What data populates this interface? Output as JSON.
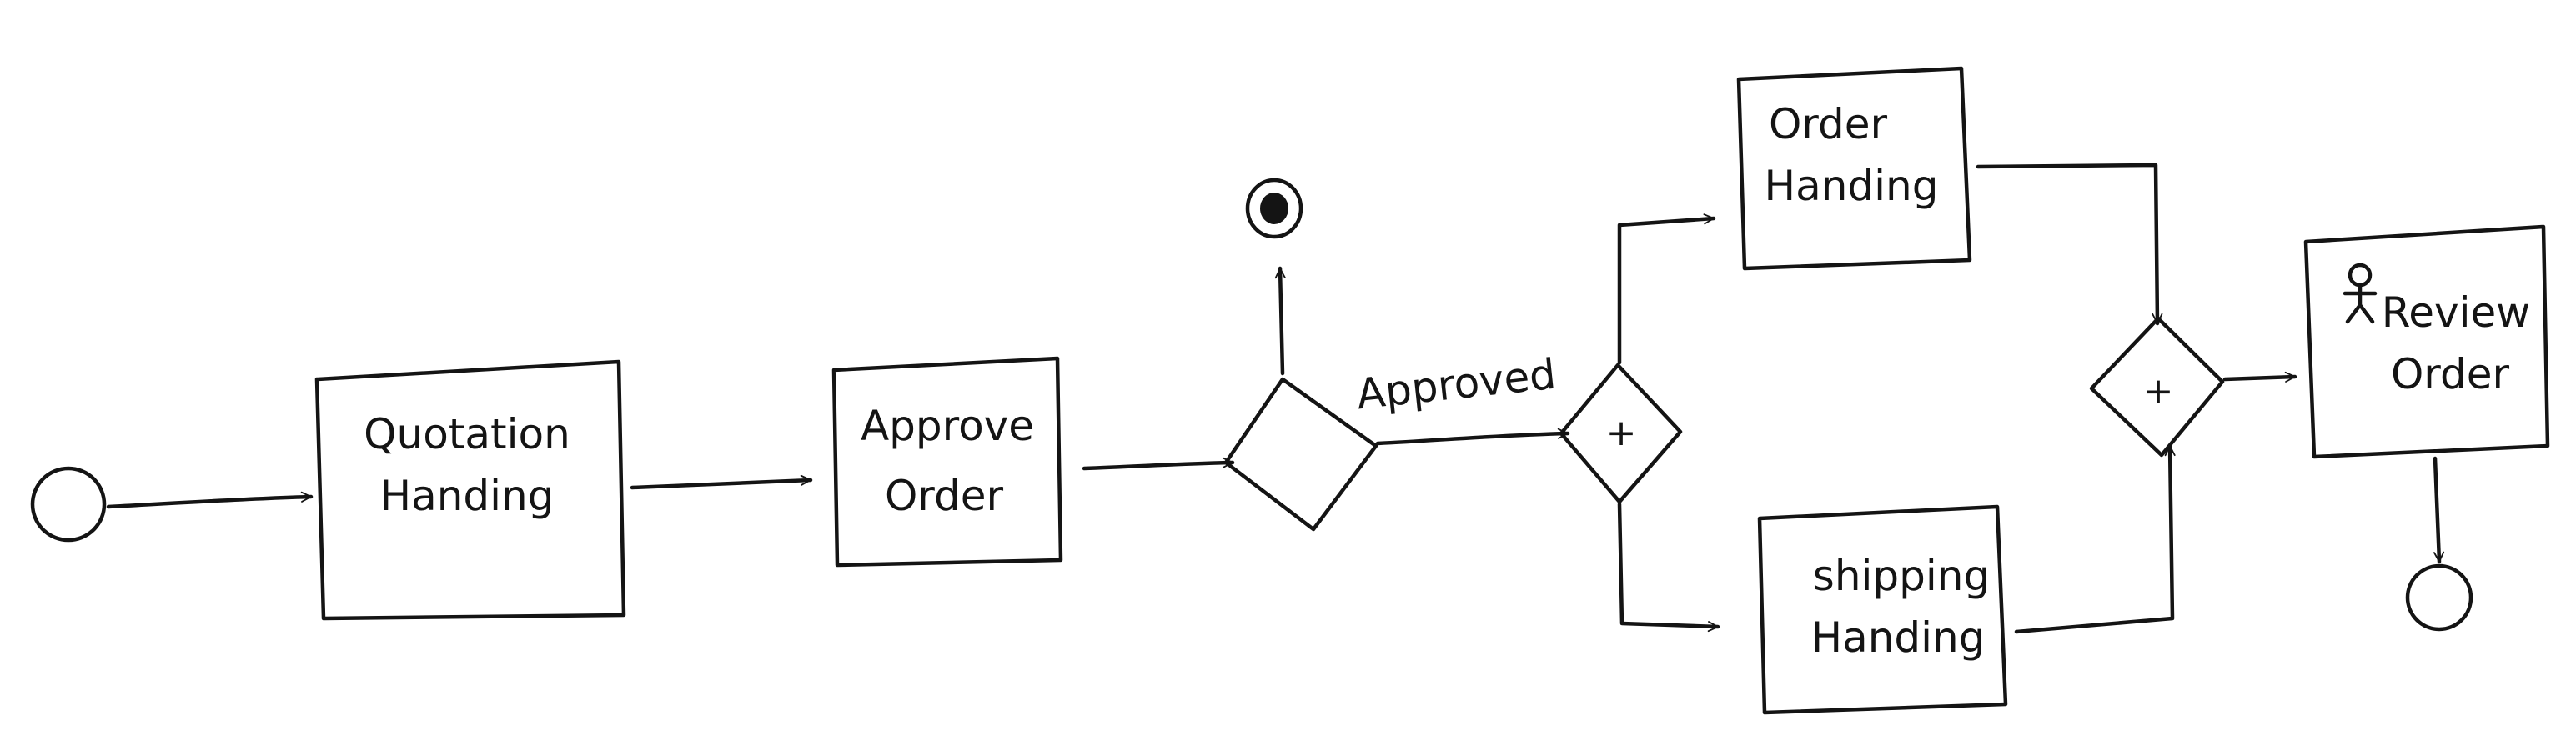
{
  "diagram": {
    "type": "bpmn-process-sketch",
    "tasks": {
      "quotation": [
        "Quotation",
        "Handing"
      ],
      "approve": [
        "Approve",
        "Order"
      ],
      "order_handling": [
        "Order",
        "Handing"
      ],
      "shipping": [
        "shipping",
        "Handing"
      ],
      "review": [
        "Review",
        "Order"
      ]
    },
    "edge_labels": {
      "approved": "Approved"
    },
    "gateways": {
      "exclusive": "",
      "parallel_split": "+",
      "parallel_join": "+"
    },
    "events": [
      "start",
      "terminate-end",
      "end"
    ],
    "colors": {
      "ink": "#141414",
      "background": "#ffffff"
    }
  }
}
